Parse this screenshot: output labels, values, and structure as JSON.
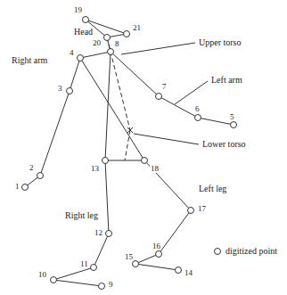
{
  "diagram": {
    "labels": [
      "19",
      "21",
      "Head",
      "20",
      "4",
      "8",
      "Upper torso",
      "Right arm",
      "3",
      "Left arm",
      "7",
      "6",
      "5",
      "2",
      "1",
      "Lower torso",
      "13",
      "18",
      "Right leg",
      "12",
      "Left leg",
      "17",
      "16",
      "15",
      "14",
      "11",
      "10",
      "9"
    ],
    "legend": [
      {
        "text": "digitized point"
      }
    ]
  }
}
